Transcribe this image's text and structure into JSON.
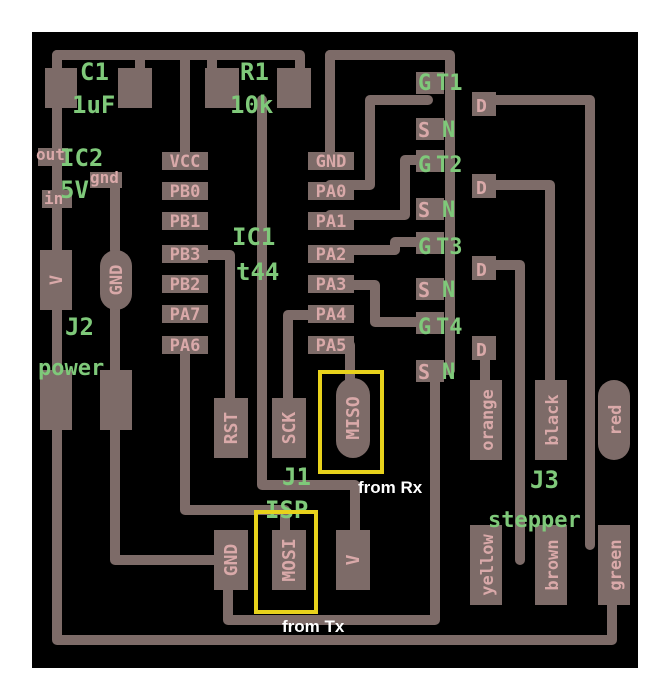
{
  "components": {
    "c1": {
      "ref": "C1",
      "value": "1uF"
    },
    "r1": {
      "ref": "R1",
      "value": "10k"
    },
    "ic2": {
      "ref": "IC2",
      "value": "5V",
      "pin_out": "out",
      "pin_gnd": "gnd",
      "pin_in": "in"
    },
    "ic1": {
      "ref": "IC1",
      "value": "t44",
      "left_pins": [
        "VCC",
        "PB0",
        "PB1",
        "PB3",
        "PB2",
        "PA7",
        "PA6"
      ],
      "right_pins": [
        "GND",
        "PA0",
        "PA1",
        "PA2",
        "PA3",
        "PA4",
        "PA5"
      ]
    },
    "j2": {
      "ref": "J2",
      "value": "power",
      "pin_v": "V",
      "pin_gnd": "GND"
    },
    "j1": {
      "ref": "J1",
      "value": "ISP",
      "pins": [
        "RST",
        "SCK",
        "MISO",
        "GND",
        "MOSI",
        "V"
      ]
    },
    "j3": {
      "ref": "J3",
      "value": "stepper",
      "wires": [
        "orange",
        "black",
        "red",
        "yellow",
        "brown",
        "green"
      ]
    },
    "mosfets": [
      {
        "ref": "T1",
        "g": "G",
        "s": "S",
        "n": "N",
        "d": "D"
      },
      {
        "ref": "T2",
        "g": "G",
        "s": "S",
        "n": "N",
        "d": "D"
      },
      {
        "ref": "T3",
        "g": "G",
        "s": "S",
        "n": "N",
        "d": "D"
      },
      {
        "ref": "T4",
        "g": "G",
        "s": "S",
        "n": "N",
        "d": "D"
      }
    ]
  },
  "annotations": {
    "miso_note": "from Rx",
    "mosi_note": "from Tx"
  },
  "colors": {
    "board": "#000000",
    "copper": "#7d6b68",
    "silkscreen": "#7fc97a",
    "pad_label": "#d9a9a9",
    "highlight": "#e8d21c",
    "annotation": "#ffffff"
  }
}
